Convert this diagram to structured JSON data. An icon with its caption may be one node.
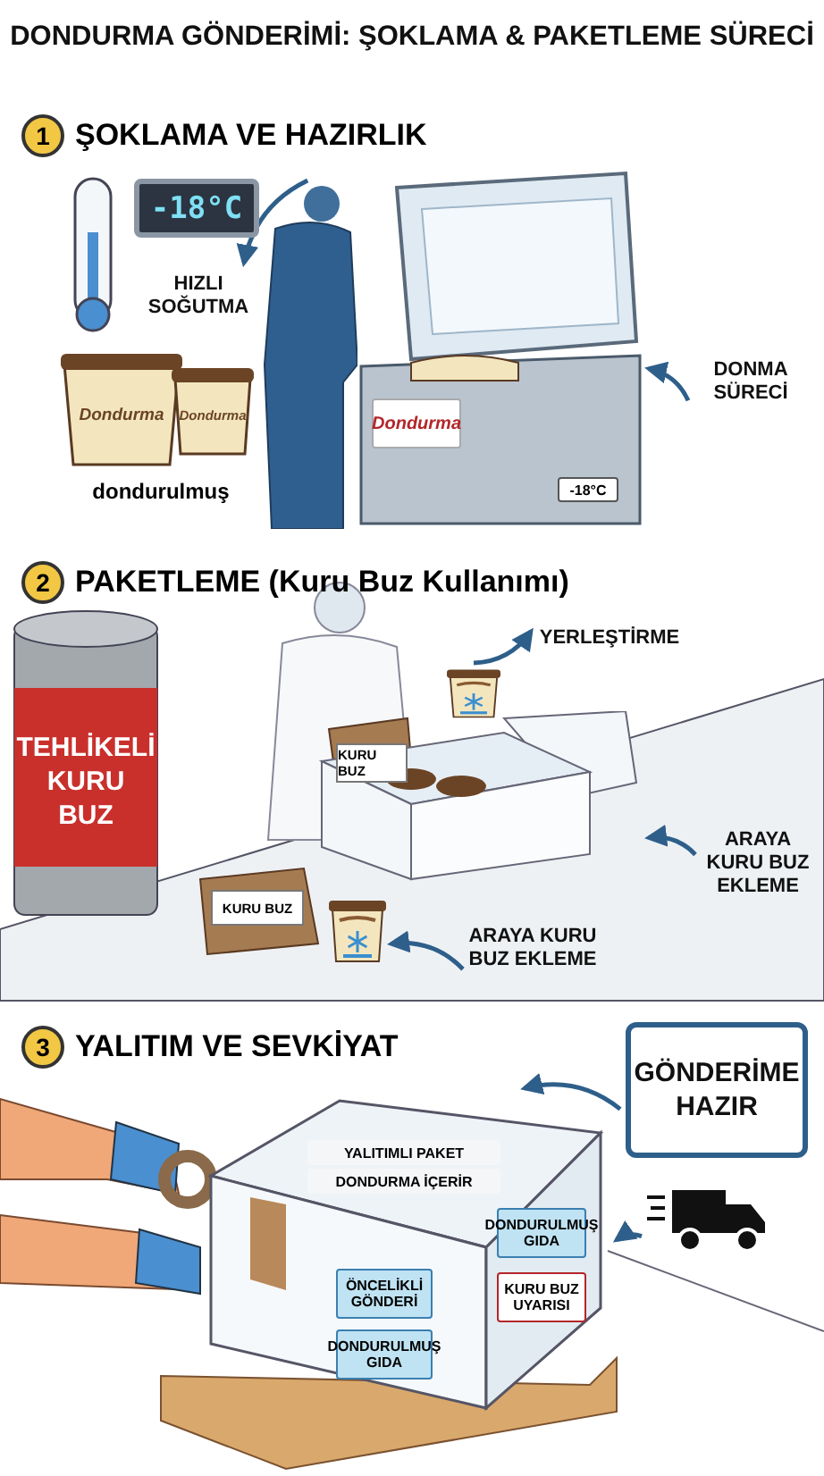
{
  "diagram": {
    "title": "DONDURMA GÖNDERİMİ: ŞOKLAMA & PAKETLEME SÜRECİ",
    "nodes": [
      {
        "text": [
          "HIZLI SOĞUTMA"
        ]
      },
      {
        "text": [
          "Dondurma",
          "-18°C"
        ]
      },
      {
        "text": [
          "DONMA SÜRECİ"
        ]
      },
      {
        "text": [
          "YERLEŞTİRME"
        ]
      },
      {
        "text": [],
        "shape": "picture"
      },
      {
        "text": [
          "ARAYA KURU BUZ EKLEME"
        ]
      },
      {
        "text": [
          "ARAYA KURU BUZ EKLEME"
        ]
      },
      {
        "text": [
          "YALITIMLI PAKET",
          "DONDURMA İÇERİR",
          "DONDURULMUŞ GIDA",
          "ÖNCELİKLİ GÖNDERİ",
          "KURU BUZ UYARISI",
          "DONDURULMUŞ GIDA"
        ]
      },
      {
        "text": [
          "GÖNDERİME HAZIR"
        ]
      },
      {
        "text": [],
        "shape": "picture"
      },
      {
        "text": [],
        "shape": "person"
      },
      {
        "text": [],
        "shape": "picture"
      },
      {
        "text": [],
        "shape": "picture"
      }
    ],
    "edges": [
      {
        "from": 10,
        "to": 0,
        "arrow": "to"
      },
      {
        "from": 2,
        "to": 1,
        "arrow": "to"
      },
      {
        "from": 11,
        "to": 3,
        "arrow": "to"
      },
      {
        "from": 5,
        "to": 4,
        "arrow": "to"
      },
      {
        "from": 6,
        "to": 12,
        "arrow": "to"
      },
      {
        "from": 8,
        "to": 7,
        "arrow": "to"
      },
      {
        "from": 9,
        "to": 7,
        "arrow": "to"
      }
    ],
    "labels": [
      "1",
      "ŞOKLAMA VE HAZIRLIK",
      "-18°C",
      "Dondurma",
      "Dondurma",
      "dondurulmuş",
      "2",
      "PAKETLEME (Kuru Buz Kullanımı)",
      "TEHLİKELİ KURU BUZ",
      "KURU BUZ",
      "KURU BUZ",
      "3",
      "YALITIM VE SEVKİYAT"
    ]
  }
}
